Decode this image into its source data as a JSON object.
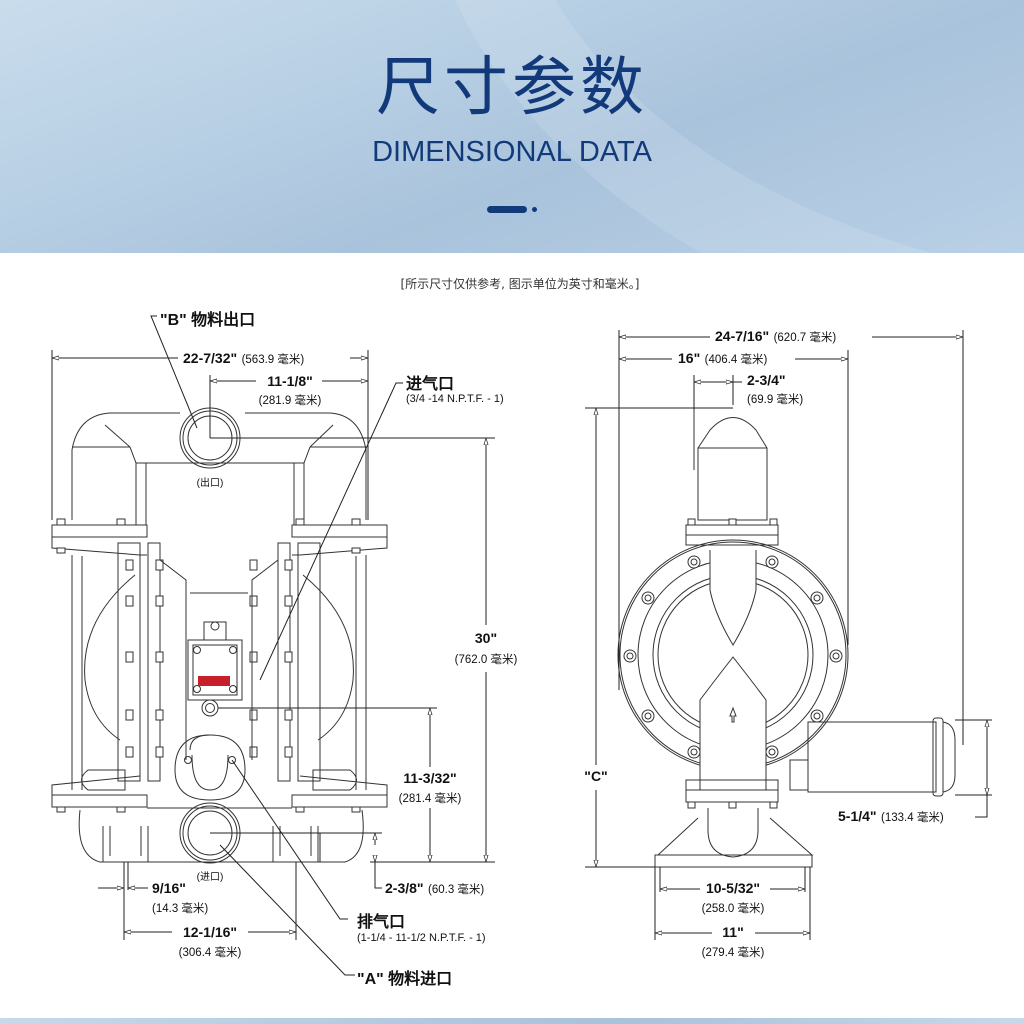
{
  "header": {
    "title_cn": "尺寸参数",
    "title_en": "DIMENSIONAL DATA",
    "accent_color": "#123a7a"
  },
  "note": "[所示尺寸仅供参考, 图示单位为英寸和毫米。]",
  "front_view": {
    "outlet_label": "\"B\" 物料出口",
    "outlet_small": "(出口)",
    "inlet_small": "(进口)",
    "air_inlet_label": "进气口",
    "air_inlet_spec": "(3/4 -14 N.P.T.F. - 1)",
    "exhaust_label": "排气口",
    "exhaust_spec": "(1-1/4 - 11-1/2 N.P.T.F. - 1)",
    "inlet_label": "\"A\" 物料进口",
    "dims": {
      "overall_width": {
        "in": "22-7/32\"",
        "mm": "(563.9 毫米)"
      },
      "outlet_offset": {
        "in": "11-1/8\"",
        "mm": "(281.9 毫米)"
      },
      "height": {
        "in": "30\"",
        "mm": "(762.0 毫米)"
      },
      "air_inlet_height": {
        "in": "11-3/32\"",
        "mm": "(281.4 毫米)"
      },
      "inlet_height": {
        "in": "2-3/8\"",
        "mm": "(60.3 毫米)"
      },
      "foot_slot": {
        "in": "9/16\"",
        "mm": "(14.3 毫米)"
      },
      "mount_spacing": {
        "in": "12-1/16\"",
        "mm": "(306.4 毫米)"
      }
    }
  },
  "side_view": {
    "c_label": "\"C\"",
    "dims": {
      "overall_depth": {
        "in": "24-7/16\"",
        "mm": "(620.7 毫米)"
      },
      "depth_16": {
        "in": "16\"",
        "mm": "(406.4 毫米)"
      },
      "outlet_offset": {
        "in": "2-3/4\"",
        "mm": "(69.9 毫米)"
      },
      "muffler_height": {
        "in": "5-1/4\"",
        "mm": "(133.4 毫米)"
      },
      "base_inner": {
        "in": "10-5/32\"",
        "mm": "(258.0 毫米)"
      },
      "base_outer": {
        "in": "11\"",
        "mm": "(279.4 毫米)"
      }
    }
  },
  "icons": {
    "badge": "brand-logo-red-plate",
    "arrow": "flow-arrow-up"
  }
}
